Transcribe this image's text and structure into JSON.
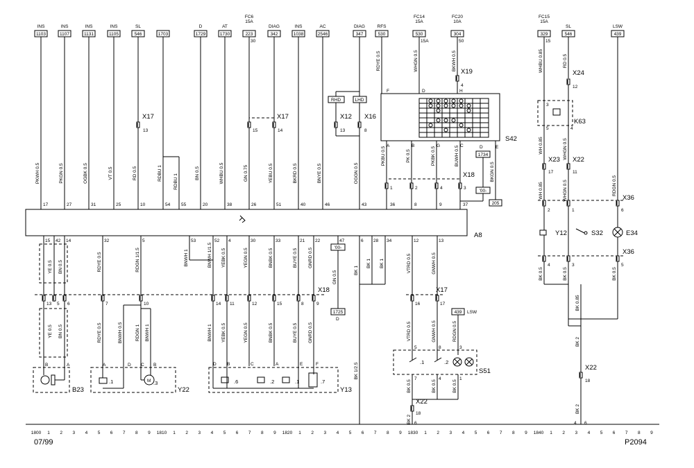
{
  "diagram": {
    "top_terminals": [
      {
        "name": "INS",
        "num": "1103",
        "wire": "PKWH 0.5",
        "pin": "17"
      },
      {
        "name": "INS",
        "num": "1107",
        "wire": "PKGN 0.5",
        "pin": "27"
      },
      {
        "name": "INS",
        "num": "1131",
        "wire": "OGBK 0.5",
        "pin": "31"
      },
      {
        "name": "INS",
        "num": "1105",
        "wire": "VT 0.5",
        "pin": "25"
      },
      {
        "name": "SL",
        "num": "546",
        "wire": "RD 0.5",
        "pin": "10"
      },
      {
        "name": "",
        "num": "1703",
        "wire": "RDBU 1",
        "pin": "54"
      },
      {
        "name": "D",
        "num": "1729",
        "wire": "BN 0.5",
        "pin": "20"
      },
      {
        "name": "AT",
        "num": "1730",
        "wire": "WHBU 0.5",
        "pin": "38"
      },
      {
        "name": "FC6 15A",
        "num": "223",
        "wire": "GN 0.75",
        "pin": "26"
      },
      {
        "name": "DIAG",
        "num": "342",
        "wire": "YEBU 0.5",
        "pin": "51"
      },
      {
        "name": "INS",
        "num": "1038",
        "wire": "BKRD 0.5",
        "pin": "40"
      },
      {
        "name": "AC",
        "num": "2546",
        "wire": "BNYE 0.5",
        "pin": "46"
      },
      {
        "name": "DIAG",
        "num": "347",
        "wire": "OGGN 0.5",
        "pin": "43"
      },
      {
        "name": "RFS",
        "num": "530",
        "wire": "RDYE 0.5",
        "pin": ""
      },
      {
        "name": "FC14 15A",
        "num": "530",
        "wire": "WHGN 0.5",
        "pin": ""
      },
      {
        "name": "FC20 10A",
        "num": "304",
        "wire": "BKWH 0.5",
        "pin": ""
      },
      {
        "name": "FC15 15A",
        "num": "329",
        "wire": "WHBU 0.85",
        "pin": ""
      },
      {
        "name": "SL",
        "num": "546",
        "wire": "RD 0.5",
        "pin": ""
      },
      {
        "name": "LSW",
        "num": "439",
        "wire": "",
        "pin": ""
      }
    ],
    "extra_labels": {
      "rdbu_second": "RDBU 1",
      "pin_55": "55",
      "pin_30": "30",
      "pin_15": "15",
      "pin_15a": "15A",
      "pin_50": "50",
      "rhd": "RHD",
      "lhd": "LHD",
      "x12": "X12",
      "x16": "X16",
      "x17a": "X17",
      "x17b": "X17",
      "x19": "X19",
      "pin_13a": "13",
      "pin_13b": "13",
      "pin_8a": "8",
      "pin_15b": "15",
      "pin_14a": "14",
      "pin_4a": "4",
      "pin_36": "36",
      "pin_8b": "8",
      "pin_9a": "9",
      "pin_37": "37",
      "s42_f": "F",
      "s42_d": "D",
      "s42_h": "H",
      "s42_e": "E",
      "s42_a": "A",
      "s42_b": "B",
      "s42_g": "G",
      "s42_c": "C",
      "pkbu": "PKBU 0.5",
      "pkw": "PK 0.5",
      "pkbk": "PKBK 0.5",
      "buwh": "BUWH 0.5",
      "bkgn": "BKGN 0.5",
      "x18a": "X18",
      "p1a": "1",
      "p2a": "2",
      "p4b": "4",
      "p3a": "3",
      "c1734": "1734",
      "d_a": "D",
      "c00a": "'00-",
      "c205": "205",
      "s42": "S42",
      "a8": "A8",
      "x24": "X24",
      "p12a": "12",
      "k63": "K63",
      "k3": "3",
      "k5": "5",
      "k4": "4",
      "k15": "15",
      "wh085a": "WH 0.85",
      "wh085b": "WH 0.85",
      "whgn05a": "WHGN 0.5",
      "whgn05b": "WHGN 0.5",
      "rdgn05a": "RDGN 0.5",
      "x23": "X23",
      "p17a": "17",
      "x22a": "X22",
      "p11a": "11",
      "x36a": "X36",
      "p2b": "2",
      "p1b": "1",
      "p6a": "6",
      "y12": "Y12",
      "s32": "S32",
      "e34": "E34",
      "x36b": "X36",
      "p4c": "4",
      "p3b": "3",
      "p5a": "5",
      "bk05a": "BK 0.5",
      "bk05b": "BK 0.5",
      "bk05c": "BK 0.5",
      "bk085": "BK 0.85",
      "bk2a": "BK 2",
      "bk2b": "BK 2",
      "x22b": "X22",
      "p18a": "18",
      "p4d": "4",
      "p6b": "6"
    },
    "lower_pins": [
      "15",
      "42",
      "14",
      "32",
      "5",
      "53",
      "52",
      "4",
      "30",
      "33",
      "21",
      "22",
      "47",
      "6",
      "28",
      "34",
      "12",
      "13"
    ],
    "lower_wires": [
      "YE 0.5",
      "BN 0.5",
      "RDYE 0.5",
      "RDGN 1/1.5",
      "BNWH 1",
      "BNWH 1/1.5",
      "YEBK 0.5",
      "YEGN 0.5",
      "BNBK 0.5",
      "BUYE 0.5",
      "GNRD 0.5",
      "GN 0.5",
      "BK 1",
      "BK 1",
      "BK 1",
      "VTRD 0.5",
      "GNWH 0.5"
    ],
    "x18_pins": [
      "13",
      "5",
      "6",
      "7",
      "10",
      "14",
      "11",
      "12",
      "15",
      "8",
      "9"
    ],
    "x18_label": "X18",
    "x17_label": "X17",
    "x17_pins": [
      "16",
      "17"
    ],
    "c00b": "'00-",
    "c1725": "1725",
    "d_b": "D",
    "low_wires2": [
      "YE 0.5",
      "BN 0.5",
      "RDYE 0.5",
      "BNWH 0.5",
      "RDGN 1",
      "BNWH 1",
      "BNWH 1",
      "YEBK 0.5",
      "YEGN 0.5",
      "BNBK 0.5",
      "BUYE 0.5",
      "GNRD 0.5",
      "BK 1/2.5",
      "VTRD 0.5",
      "GNWH 0.5",
      "RDGN 0.5"
    ],
    "lsw": "439",
    "lsw_label": "LSW",
    "b23": "B23",
    "y22": "Y22",
    "y13": "Y13",
    "s51": "S51",
    "b23_pins": [
      "B",
      "A"
    ],
    "y22_pins": [
      "A",
      "D",
      "C",
      "B"
    ],
    "y13_pins": [
      "D",
      "B",
      "C",
      "A",
      "E",
      "F"
    ],
    "y22_sub": [
      ".1",
      ".3"
    ],
    "y13_sub": [
      ".6",
      ".2",
      ".1",
      ".7"
    ],
    "s51_pins": [
      "5",
      "8",
      "3",
      "7",
      "4",
      "1"
    ],
    "s51_sub": [
      ".1",
      ".2"
    ],
    "bk05d": "BK 0.5",
    "bk05e": "BK 0.5",
    "bk05f": "BK 0.5",
    "x22c": "X22",
    "p18b": "18",
    "bk2c": "BK 2",
    "p6c": "6",
    "p5b": "5",
    "grid_labels": [
      "1800",
      "1",
      "2",
      "3",
      "4",
      "5",
      "6",
      "7",
      "8",
      "9",
      "1810",
      "1",
      "2",
      "3",
      "4",
      "5",
      "6",
      "7",
      "8",
      "9",
      "1820",
      "1",
      "2",
      "3",
      "4",
      "5",
      "6",
      "7",
      "8",
      "9",
      "1830",
      "1",
      "2",
      "3",
      "4",
      "5",
      "6",
      "7",
      "8",
      "9",
      "1840",
      "1",
      "2",
      "3",
      "4",
      "5",
      "6",
      "7",
      "8",
      "9"
    ],
    "date": "07/99",
    "page_code": "P2094"
  }
}
